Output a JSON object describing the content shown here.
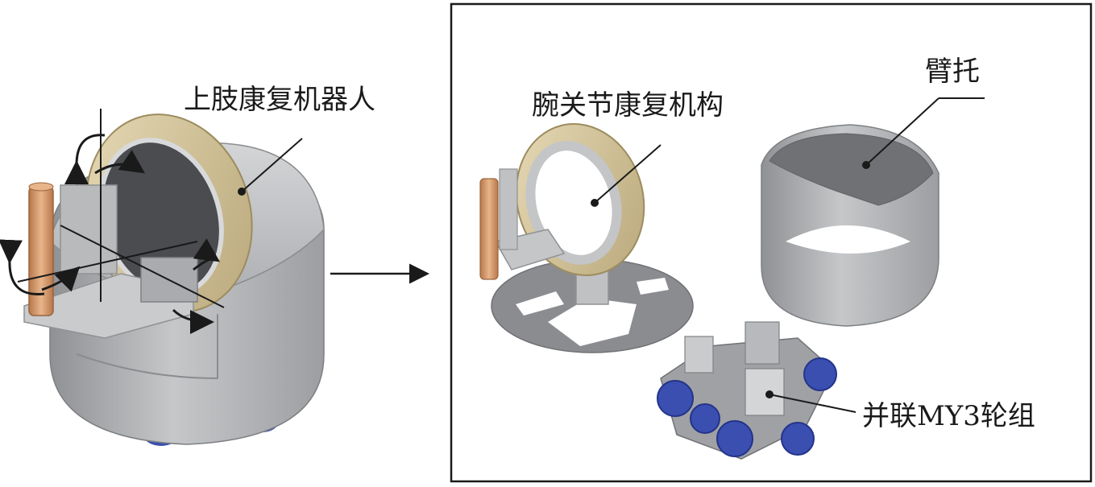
{
  "labels": {
    "robot": "上肢康复机器人",
    "wrist_mechanism": "腕关节康复机构",
    "arm_support": "臂托",
    "wheel_group": "并联MY3轮组"
  },
  "colors": {
    "gear_ring": "#d6c79f",
    "aluminum": "#b4b6b8",
    "handle": "#d79a6a",
    "wheel": "#3a4fb0",
    "line": "#1a1a1a"
  }
}
